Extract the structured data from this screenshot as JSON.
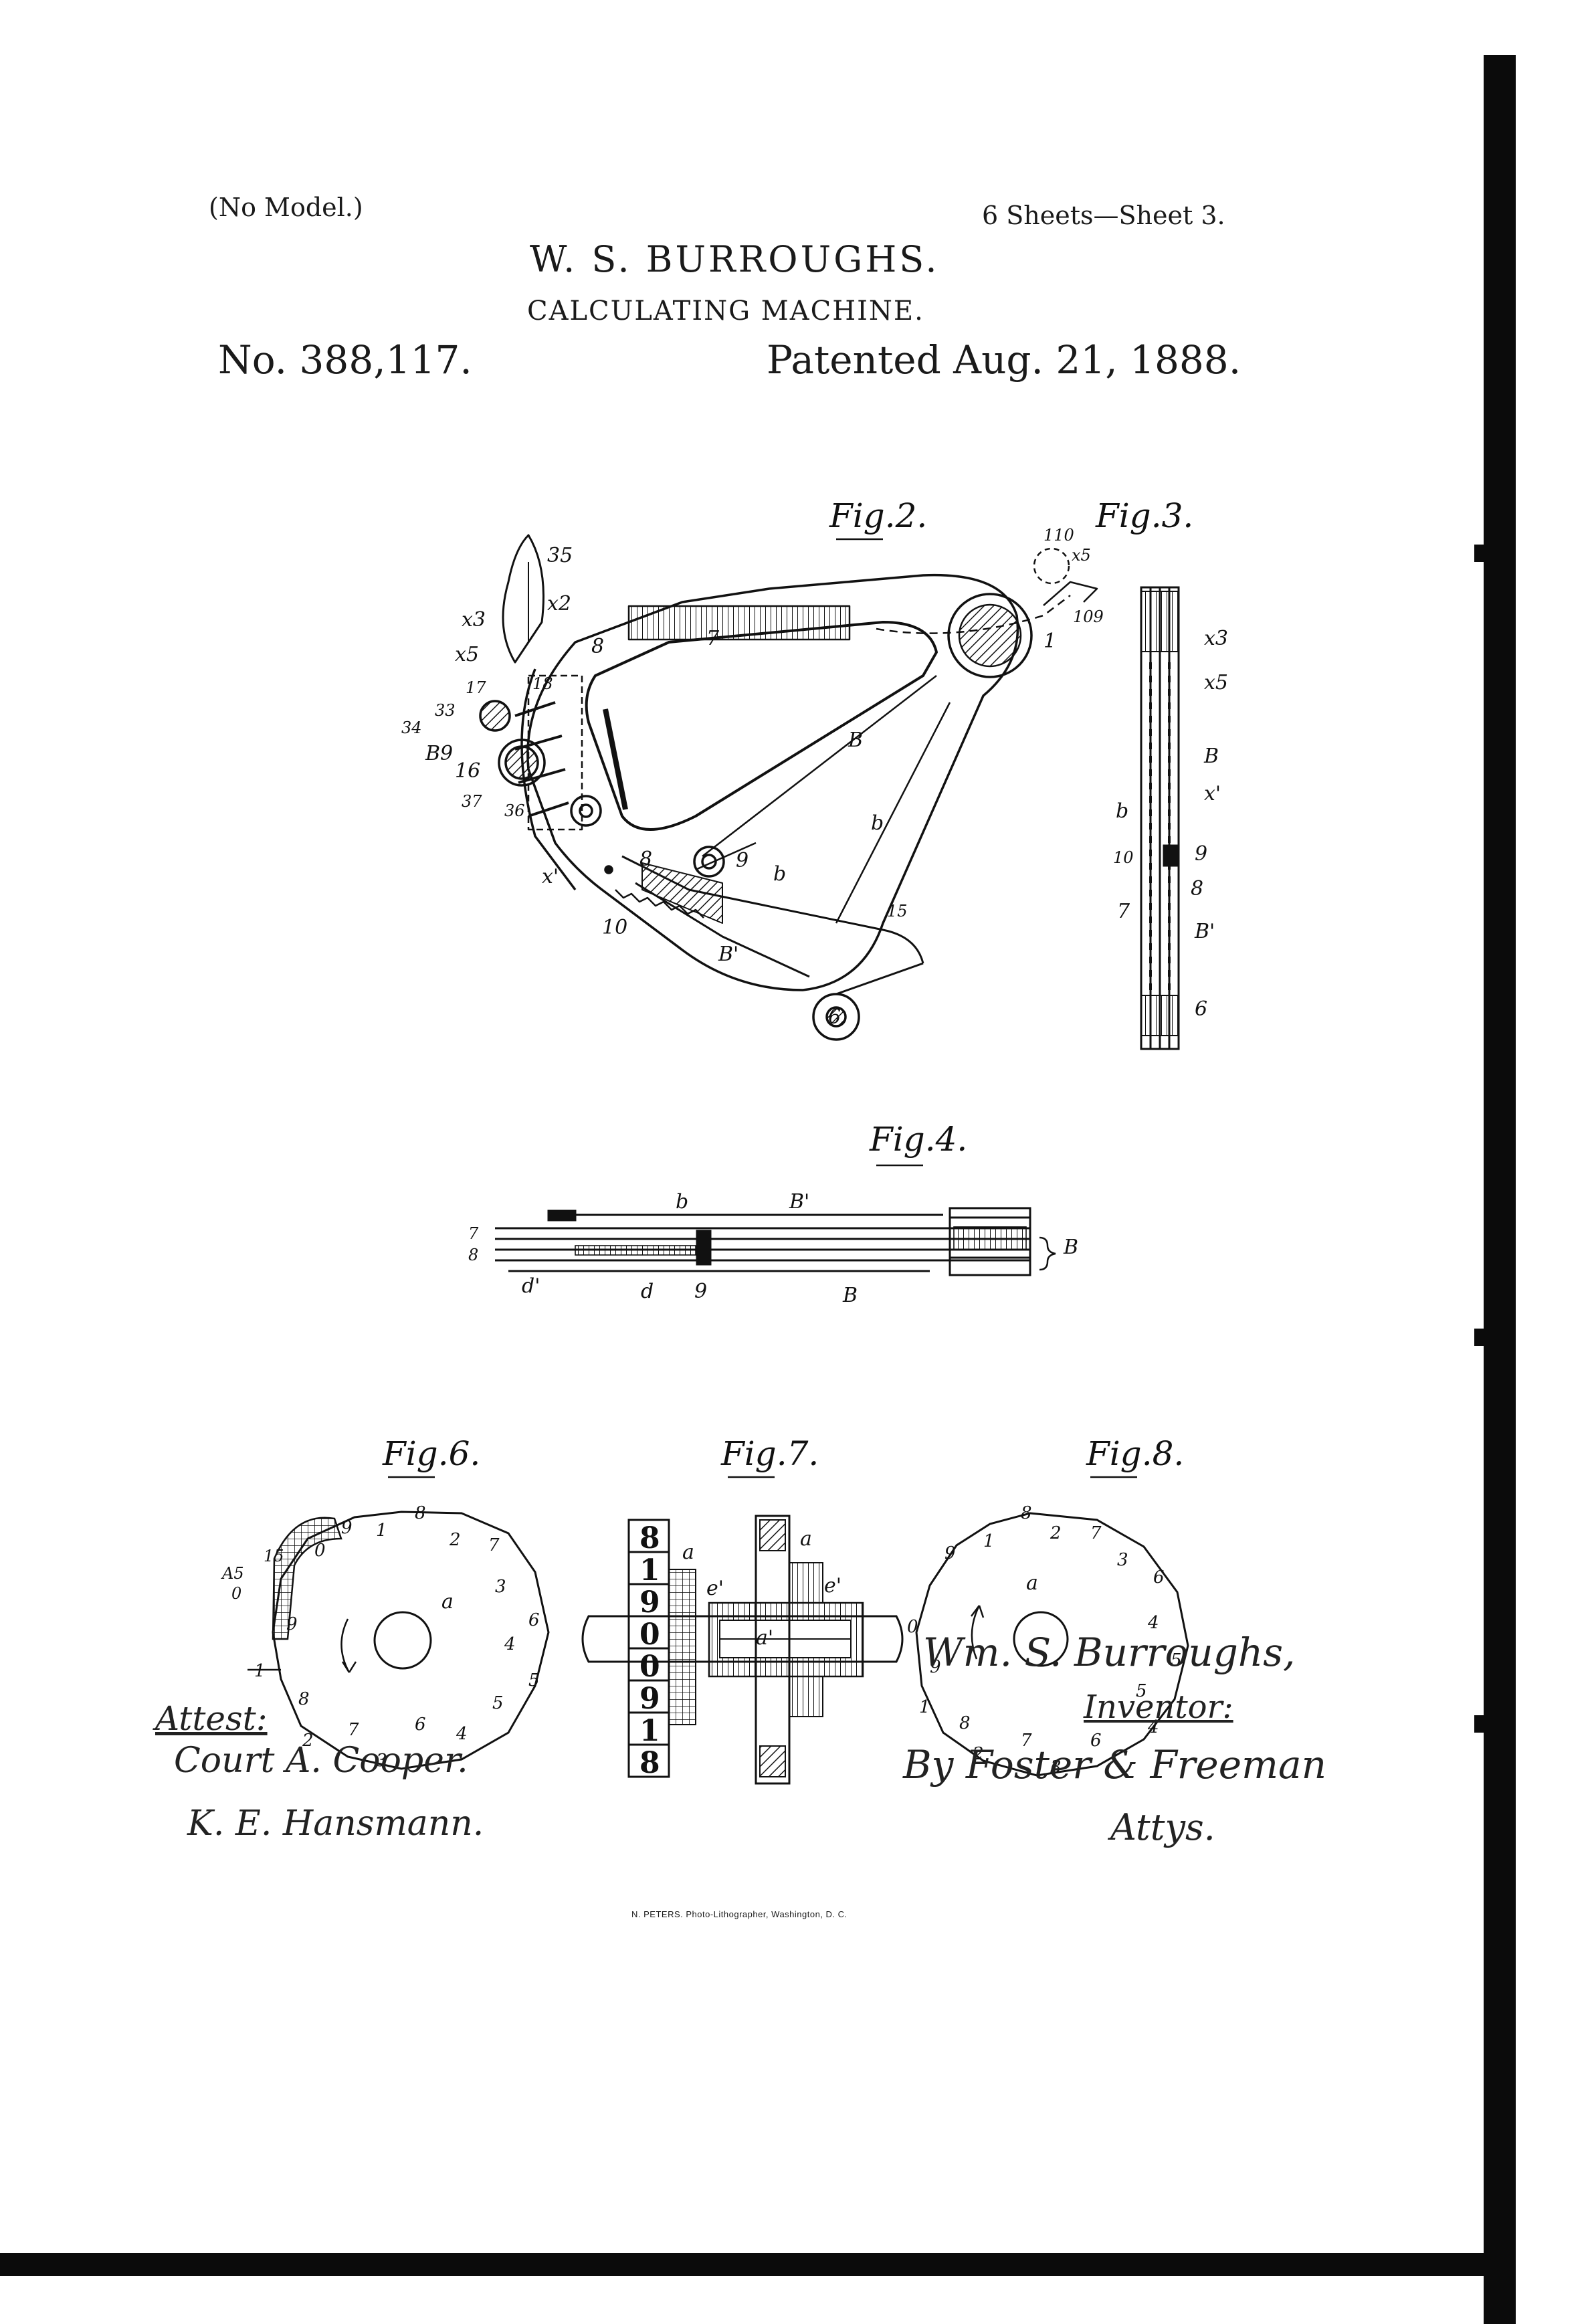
{
  "header": {
    "no_model": "(No Model.)",
    "sheets": "6 Sheets—Sheet 3.",
    "inventor": "W. S. BURROUGHS.",
    "title": "CALCULATING MACHINE.",
    "patent_no": "No. 388,117.",
    "patent_date": "Patented Aug. 21, 1888."
  },
  "figures": {
    "fig2": "Fig.2.",
    "fig3": "Fig.3.",
    "fig4": "Fig.4.",
    "fig6": "Fig.6.",
    "fig7": "Fig.7.",
    "fig8": "Fig.8."
  },
  "refs": {
    "fig2": [
      "35",
      "x3",
      "x2",
      "x5",
      "8",
      "17",
      "18",
      "33",
      "34",
      "B9",
      "16",
      "37",
      "36",
      "x'",
      "8",
      "10",
      "9",
      "b",
      "b",
      "B",
      "15",
      "B'",
      "6",
      "7",
      "1",
      "110",
      "x5",
      "109"
    ],
    "fig3": [
      "x3",
      "x5",
      "B",
      "x'",
      "b",
      "10",
      "9",
      "8",
      "7",
      "B'",
      "6"
    ],
    "fig4": [
      "b",
      "B'",
      "7",
      "8",
      "d'",
      "d",
      "9",
      "B",
      "B"
    ],
    "fig6": [
      "9",
      "1",
      "8",
      "2",
      "7",
      "3",
      "6",
      "4",
      "5",
      "5",
      "4",
      "6",
      "3",
      "7",
      "2",
      "8",
      "1",
      "9",
      "0",
      "15",
      "A5",
      "0",
      "a"
    ],
    "fig7": [
      "8",
      "1",
      "9",
      "0",
      "0",
      "9",
      "1",
      "8",
      "a",
      "a",
      "e'",
      "e'",
      "a'"
    ],
    "fig8": [
      "8",
      "7",
      "2",
      "1",
      "9",
      "3",
      "6",
      "4",
      "5",
      "5",
      "4",
      "6",
      "3",
      "7",
      "2",
      "8",
      "1",
      "9",
      "0",
      "a"
    ]
  },
  "signatures": {
    "attest_label": "Attest:",
    "witness1": "Court A. Cooper.",
    "witness2": "K. E. Hansmann.",
    "inventor_sig": "Wm. S. Burroughs,",
    "inventor_label": "Inventor:",
    "attorney_sig": "By Foster & Freeman",
    "attorney_label": "Attys."
  },
  "printer": "N. PETERS. Photo-Lithographer, Washington, D. C."
}
